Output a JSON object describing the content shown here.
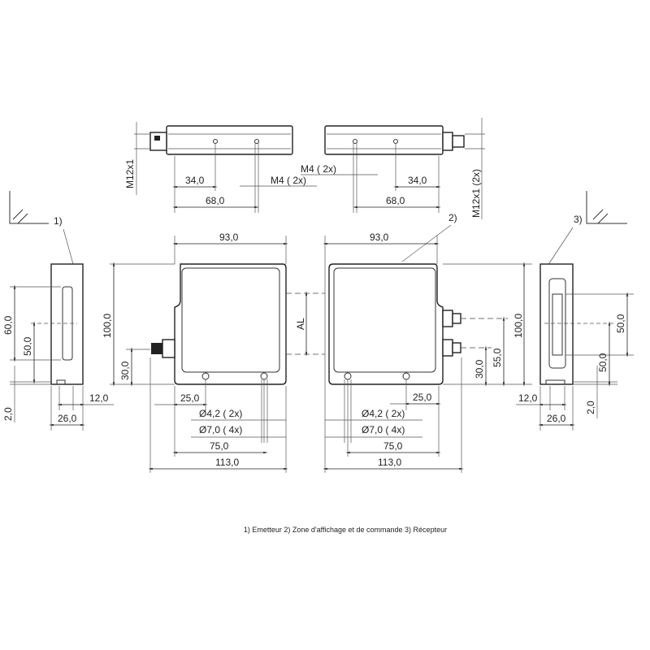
{
  "dims": {
    "m12x1": "M12x1",
    "m12x1_2x": "M12x1 (2x)",
    "m4_2x": "M4 ( 2x)",
    "d34": "34,0",
    "d68": "68,0",
    "d93": "93,0",
    "d100": "100,0",
    "d30": "30,0",
    "d55": "55,0",
    "d60": "60,0",
    "d50": "50,0",
    "d2": "2,0",
    "d12": "12,0",
    "d26": "26,0",
    "d25": "25,0",
    "d42": "Ø4,2 ( 2x)",
    "d70": "Ø7,0 ( 4x)",
    "d75": "75,0",
    "d113": "113,0",
    "al": "AL"
  },
  "labels": {
    "emitter": "1)",
    "display": "2)",
    "receiver": "3)"
  },
  "caption": "1) Emetteur  2) Zone d'affichage et de commande  3) Récepteur"
}
